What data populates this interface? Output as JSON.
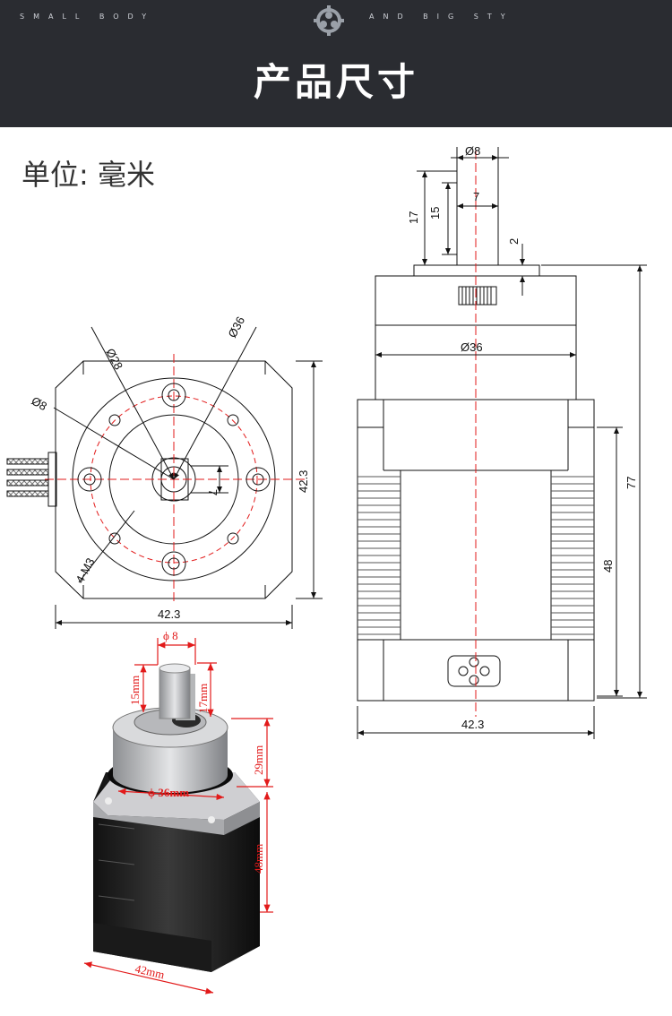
{
  "header": {
    "tagline_left": "SMALL BODY",
    "tagline_right": "AND BIG STY",
    "title": "产品尺寸",
    "icon": "gear-icon"
  },
  "unit_label": "单位: 毫米",
  "front_view": {
    "d_small": "Ø28",
    "d_large": "Ø36",
    "d_shaft": "Ø8",
    "flat": "7",
    "holes": "4-M3",
    "height": "42.3",
    "width": "42.3"
  },
  "side_view": {
    "shaft_d": "Ø8",
    "flat": "7",
    "shaft_17": "17",
    "shaft_15": "15",
    "step_2": "2",
    "gearbox_d": "Ø36",
    "motor_48": "48",
    "total_77": "77",
    "width": "42.3"
  },
  "photo": {
    "shaft_d": "ϕ 8",
    "d15": "15mm",
    "d17": "17mm",
    "gearbox_d": "ϕ 36mm",
    "h29": "29mm",
    "h48": "48mm",
    "w42": "42mm"
  },
  "colors": {
    "header_bg": "#2a2c31",
    "dimension_red": "#e21a1a",
    "line": "#111111"
  }
}
